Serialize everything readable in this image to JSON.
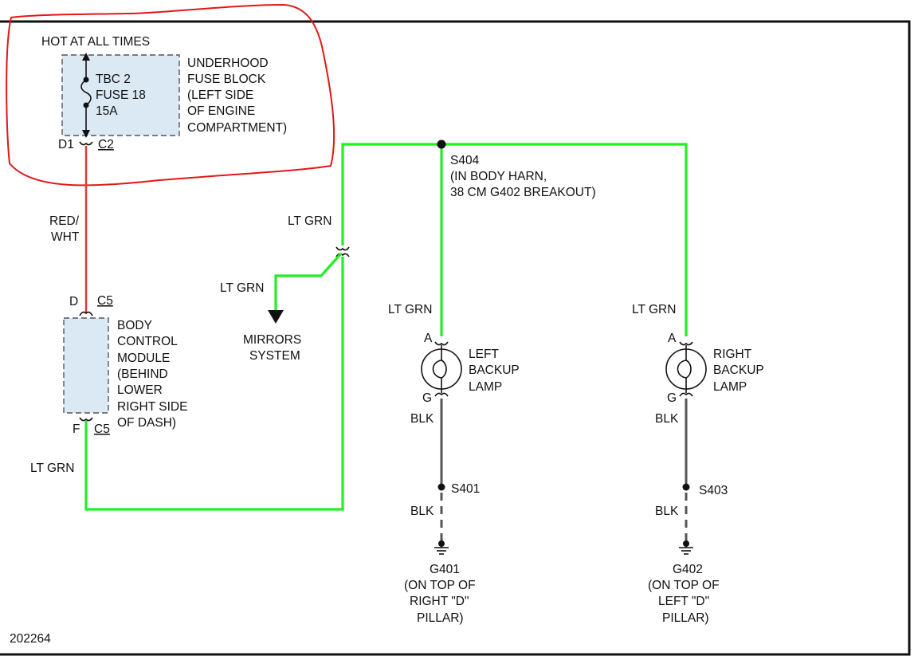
{
  "diagram_number": "202264",
  "fuse_block": {
    "hot_label": "HOT AT ALL TIMES",
    "fuse_lines": [
      "TBC 2",
      "FUSE 18",
      "15A"
    ],
    "name_lines": [
      "UNDERHOOD",
      "FUSE BLOCK",
      "(LEFT SIDE",
      "OF ENGINE",
      "COMPARTMENT)"
    ],
    "pin": "D1",
    "connector": "C2"
  },
  "wire_red": {
    "lines": [
      "RED/",
      "WHT"
    ]
  },
  "bcm": {
    "pin_in": "D",
    "connector_in": "C5",
    "name_lines": [
      "BODY",
      "CONTROL",
      "MODULE",
      "(BEHIND",
      "LOWER",
      "RIGHT SIDE",
      "OF DASH)"
    ],
    "pin_out": "F",
    "connector_out": "C5"
  },
  "wire_bcm_out": "LT GRN",
  "wire_riser": "LT GRN",
  "mirrors": {
    "wire": "LT GRN",
    "lines": [
      "MIRRORS",
      "SYSTEM"
    ]
  },
  "splice_s404": {
    "lines": [
      "S404",
      "(IN BODY HARN,",
      "38 CM G402 BREAKOUT)"
    ]
  },
  "left_lamp": {
    "wire_in": "LT GRN",
    "pin_a": "A",
    "name_lines": [
      "LEFT",
      "BACKUP",
      "LAMP"
    ],
    "pin_g": "G",
    "wire_out": "BLK",
    "splice": "S401",
    "wire_ground": "BLK",
    "ground_lines": [
      "G401",
      "(ON TOP OF",
      "RIGHT \"D\"",
      "PILLAR)"
    ]
  },
  "right_lamp": {
    "wire_in": "LT GRN",
    "pin_a": "A",
    "name_lines": [
      "RIGHT",
      "BACKUP",
      "LAMP"
    ],
    "pin_g": "G",
    "wire_out": "BLK",
    "splice": "S403",
    "wire_ground": "BLK",
    "ground_lines": [
      "G402",
      "(ON TOP OF",
      "LEFT \"D\"",
      "PILLAR)"
    ]
  },
  "colors": {
    "wire_red": "#e03a3a",
    "wire_green": "#22ee22",
    "wire_black": "#555555",
    "module_fill": "#dbe9f4",
    "annotation": "#e01818"
  }
}
